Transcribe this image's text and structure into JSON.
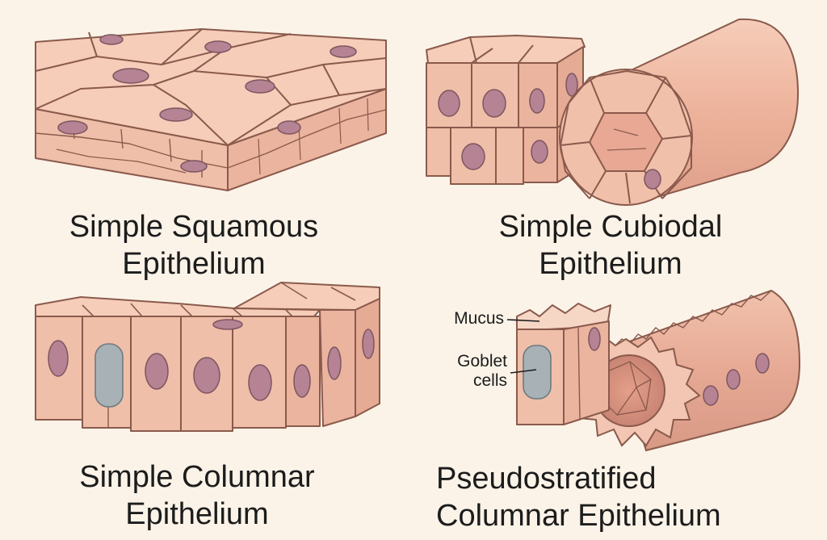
{
  "panels": {
    "squamous": {
      "line1": "Simple Squamous",
      "line2": "Epithelium"
    },
    "cuboidal": {
      "line1": "Simple Cubiodal",
      "line2": "Epithelium"
    },
    "columnar": {
      "line1": "Simple Columnar",
      "line2": "Epithelium"
    },
    "pseudostratified": {
      "line1": "Pseudostratified",
      "line2": "Columnar Epithelium"
    }
  },
  "labels": {
    "mucus": "Mucus",
    "goblet_line1": "Goblet",
    "goblet_line2": "cells"
  },
  "colors": {
    "background": "#fbf3e8",
    "cell_fill": "#f2c3ad",
    "cell_stroke": "#8a5a4c",
    "nucleus": "#b58393",
    "goblet": "#a7b1b6"
  }
}
